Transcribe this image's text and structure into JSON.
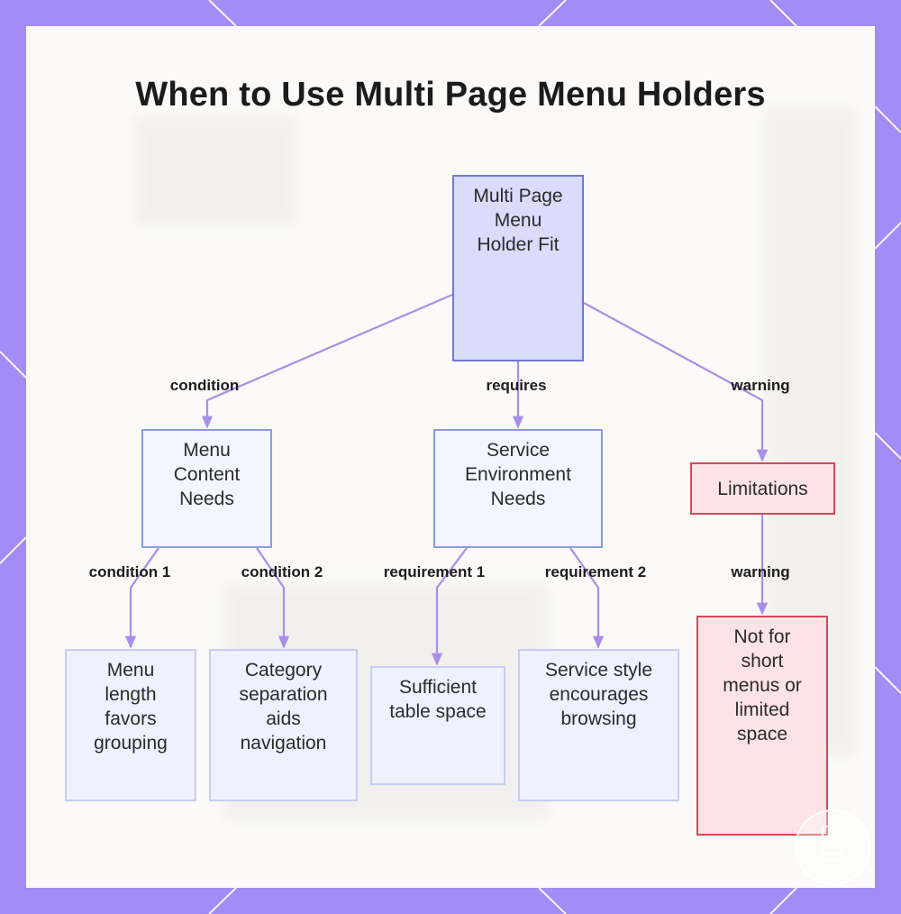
{
  "title": "When to Use Multi Page Menu Holders",
  "colors": {
    "frame": "#a48bf5",
    "edge": "#a98ee8",
    "root_fill": "#d9dcfb",
    "root_border": "#6f78d6",
    "warning_fill": "#fde3e6",
    "warning_border": "#d04a57"
  },
  "nodes": {
    "root": "Multi Page Menu Holder Fit",
    "menu_content": "Menu Content Needs",
    "service_env": "Service Environment Needs",
    "limitations": "Limitations",
    "menu_length": "Menu length favors grouping",
    "category_sep": "Category separation aids navigation",
    "table_space": "Sufficient table space",
    "service_style": "Service style encourages browsing",
    "not_for": "Not for short menus or limited space"
  },
  "edges": {
    "condition": "condition",
    "requires": "requires",
    "warning_1": "warning",
    "condition_1": "condition 1",
    "condition_2": "condition 2",
    "requirement_1": "requirement 1",
    "requirement_2": "requirement 2",
    "warning_2": "warning"
  },
  "badge_icon": "monitor-icon"
}
